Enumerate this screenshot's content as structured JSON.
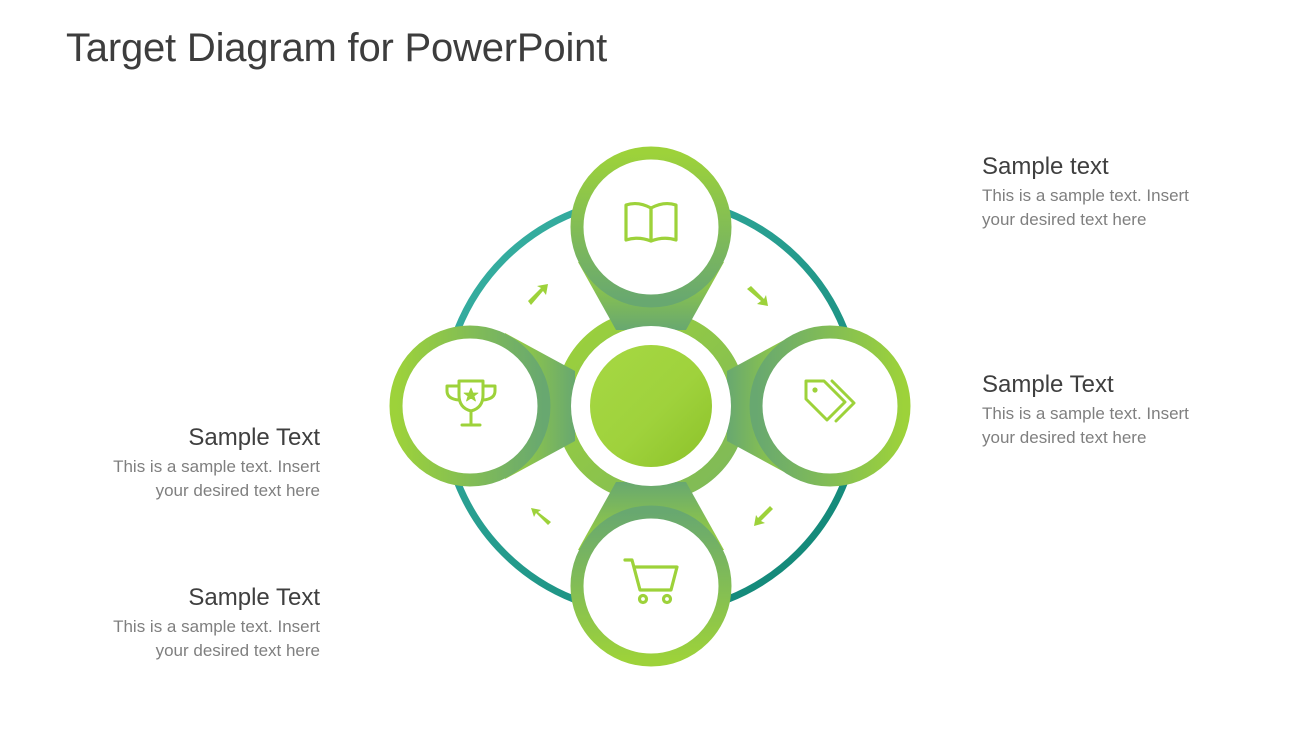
{
  "title": "Target Diagram for PowerPoint",
  "colors": {
    "outer_ring_start": "#3BB3A6",
    "outer_ring_end": "#0E8373",
    "node_light": "#9DD23A",
    "node_dark": "#6AAA6E",
    "center_disc": "#9ACD32",
    "arrow": "#9DD23A",
    "icon": "#9DD23A"
  },
  "nodes": [
    {
      "position": "top",
      "icon": "open-book-icon"
    },
    {
      "position": "right",
      "icon": "price-tags-icon"
    },
    {
      "position": "bottom",
      "icon": "shopping-cart-icon"
    },
    {
      "position": "left",
      "icon": "trophy-icon"
    }
  ],
  "arrows": [
    {
      "position": "top-left",
      "direction": "up-right"
    },
    {
      "position": "top-right",
      "direction": "down-right"
    },
    {
      "position": "bottom-right",
      "direction": "down-left"
    },
    {
      "position": "bottom-left",
      "direction": "up-left"
    }
  ],
  "text_blocks": {
    "top_right": {
      "heading": "Sample text",
      "line1": "This is a sample text. Insert",
      "line2": "your desired text here"
    },
    "middle_right": {
      "heading": "Sample Text",
      "line1": "This is a sample text. Insert",
      "line2": "your desired text here"
    },
    "middle_left": {
      "heading": "Sample Text",
      "line1": "This is a sample text. Insert",
      "line2": "your desired text here"
    },
    "bottom_left": {
      "heading": "Sample Text",
      "line1": "This is a sample text. Insert",
      "line2": "your desired text here"
    }
  }
}
